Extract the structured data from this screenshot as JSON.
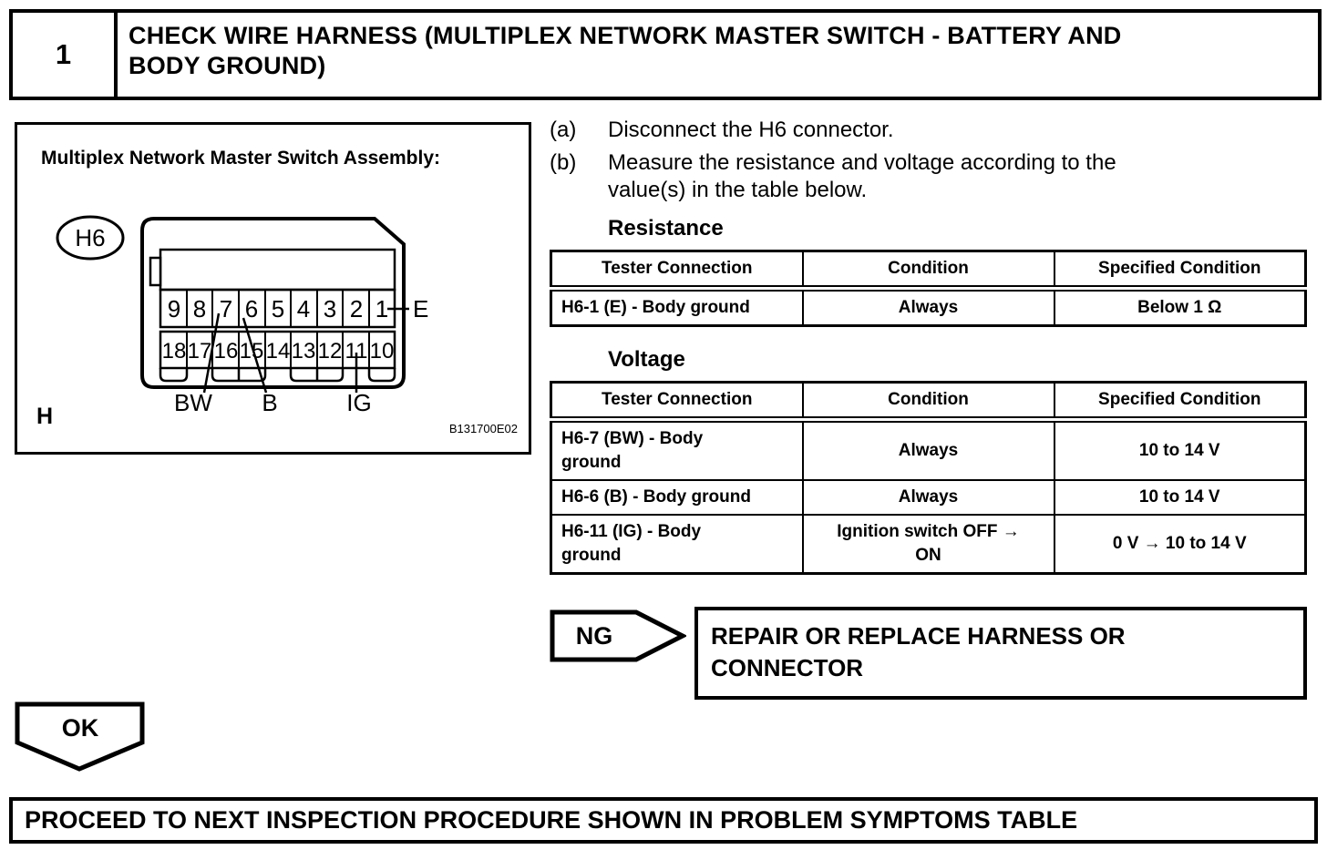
{
  "header": {
    "step_number": "1",
    "title": "CHECK WIRE HARNESS (MULTIPLEX NETWORK MASTER SWITCH - BATTERY AND\nBODY GROUND)"
  },
  "diagram": {
    "caption": "Multiplex Network Master Switch Assembly:",
    "connector_id": "H6",
    "corner_label": "H",
    "figure_code": "B131700E02",
    "pins_top": [
      "9",
      "8",
      "7",
      "6",
      "5",
      "4",
      "3",
      "2",
      "1"
    ],
    "pins_bottom": [
      "18",
      "17",
      "16",
      "15",
      "14",
      "13",
      "12",
      "11",
      "10"
    ],
    "wire_labels": {
      "e": "E",
      "bw": "BW",
      "b": "B",
      "ig": "IG"
    }
  },
  "steps": [
    {
      "marker": "(a)",
      "text": "Disconnect the H6 connector."
    },
    {
      "marker": "(b)",
      "text": "Measure the resistance and voltage according to the\nvalue(s) in the table below."
    }
  ],
  "resistance": {
    "heading": "Resistance",
    "columns": [
      "Tester Connection",
      "Condition",
      "Specified Condition"
    ],
    "rows": [
      [
        "H6-1 (E) - Body ground",
        "Always",
        "Below 1 Ω"
      ]
    ]
  },
  "voltage": {
    "heading": "Voltage",
    "columns": [
      "Tester Connection",
      "Condition",
      "Specified Condition"
    ],
    "rows": [
      [
        "H6-7 (BW) - Body\nground",
        "Always",
        "10 to 14 V"
      ],
      [
        "H6-6 (B) - Body ground",
        "Always",
        "10 to 14 V"
      ],
      [
        "H6-11 (IG) - Body\nground",
        "Ignition switch OFF →\nON",
        "0 V → 10 to 14 V"
      ]
    ]
  },
  "ng": {
    "label": "NG",
    "action": "REPAIR OR REPLACE HARNESS OR\nCONNECTOR"
  },
  "ok": {
    "label": "OK",
    "action": "PROCEED TO NEXT INSPECTION PROCEDURE SHOWN IN PROBLEM SYMPTOMS TABLE"
  }
}
